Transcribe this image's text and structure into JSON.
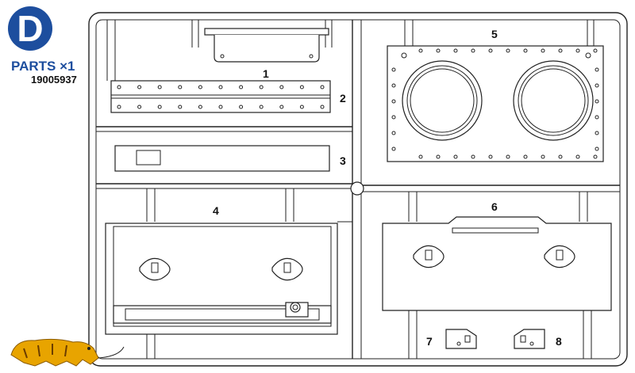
{
  "header": {
    "badge_letter": "D",
    "parts_title": "PARTS ×1",
    "sheet_code": "19005937"
  },
  "parts": [
    {
      "number": "1"
    },
    {
      "number": "2"
    },
    {
      "number": "3"
    },
    {
      "number": "4"
    },
    {
      "number": "5"
    },
    {
      "number": "6"
    },
    {
      "number": "7"
    },
    {
      "number": "8"
    }
  ],
  "logo": {
    "name": "tamiya-tiger-logo",
    "color": "#e8a400"
  },
  "colors": {
    "accent": "#1d4e9e",
    "line": "#222222"
  }
}
